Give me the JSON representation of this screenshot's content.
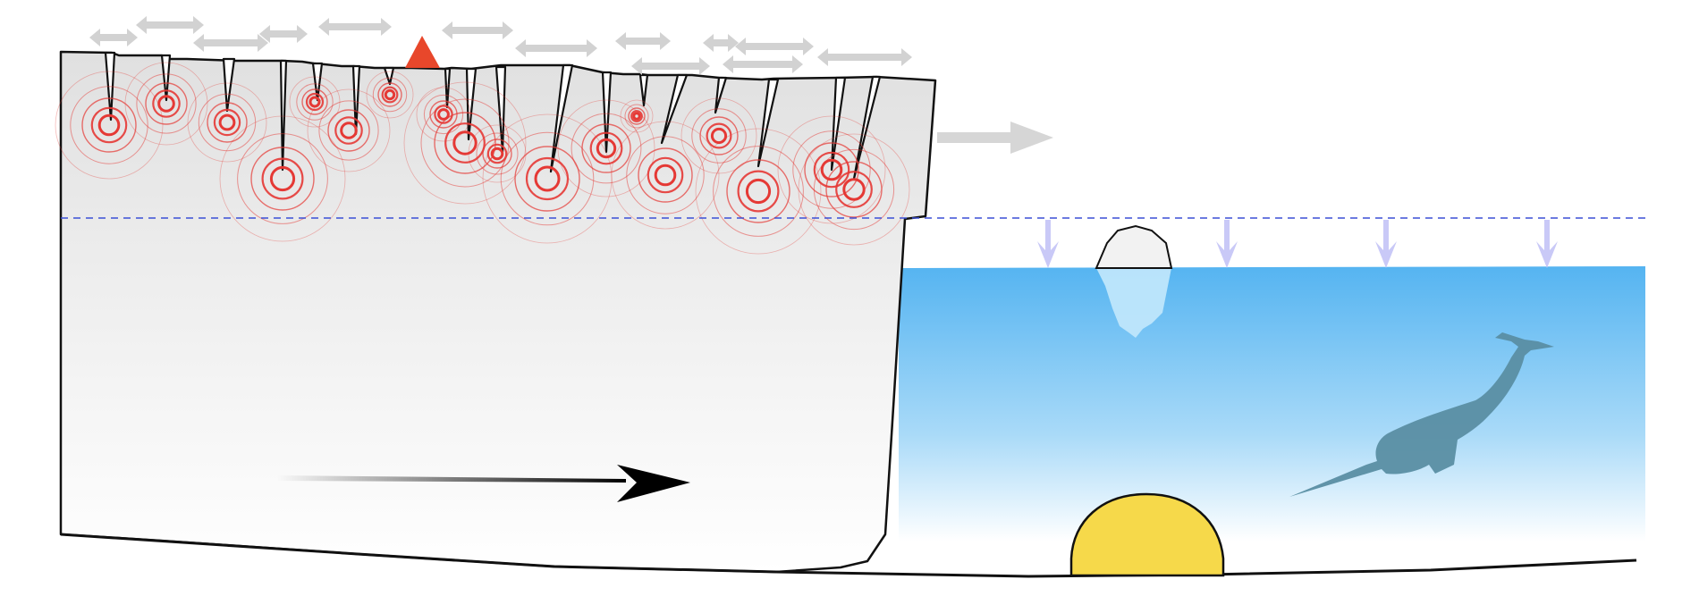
{
  "diagram": {
    "type": "glacier-calving-cross-section",
    "labels": [],
    "elements": {
      "glacier": "glacier-ice-body",
      "crevasses": "crevasse-wedges",
      "seismic_sources": "concentric-ripple-rings",
      "flow_arrow": "glacier-flow-arrow",
      "spreading_arrows": "extension-double-arrows",
      "calving_arrow": "terminus-advance-arrow",
      "marker": "red-triangle-marker",
      "waterline": "dashed-waterline",
      "ocean": "fjord-water",
      "iceberg": "iceberg",
      "down_arrows": "sea-level-down-arrows",
      "narwhal": "narwhal-silhouette",
      "moraine": "terminal-moraine-mound",
      "seabed": "bed-profile"
    }
  },
  "colors": {
    "ice_fill_top": "#e2e2e2",
    "ice_fill_bottom": "#ffffff",
    "outline": "#111111",
    "ripple": "#e53935",
    "marker": "#e8472b",
    "waterline": "#3b4fd6",
    "water_top": "#5bb8f2",
    "water_bottom": "#ffffff",
    "iceberg_above": "#f2f2f2",
    "iceberg_below": "#bfe6fb",
    "down_arrow": "#c9c9f7",
    "grey_arrow": "#d0d0d0",
    "narwhal": "#5a8ea3",
    "moraine": "#f6d94a"
  }
}
